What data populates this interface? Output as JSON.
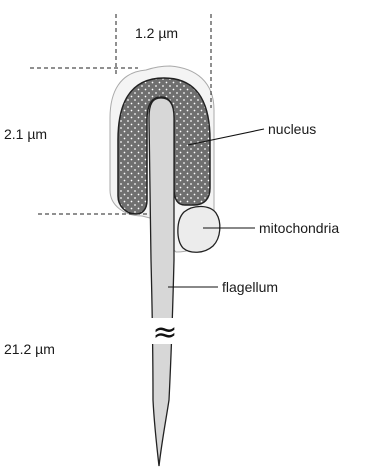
{
  "dimensions": {
    "width_label": "1.2 µm",
    "head_length_label": "2.1 µm",
    "total_length_label": "21.2 µm"
  },
  "labels": {
    "nucleus": "nucleus",
    "mitochondria": "mitochondria",
    "flagellum": "flagellum"
  },
  "break_symbol": "≈",
  "colors": {
    "nucleus_fill": "#6f6f6f",
    "nucleus_dots": "#ffffff",
    "mitochondria_fill": "#ececec",
    "flagellum_fill": "#d7d7d7",
    "outline": "#222222",
    "membrane": "#aaaaaa"
  }
}
